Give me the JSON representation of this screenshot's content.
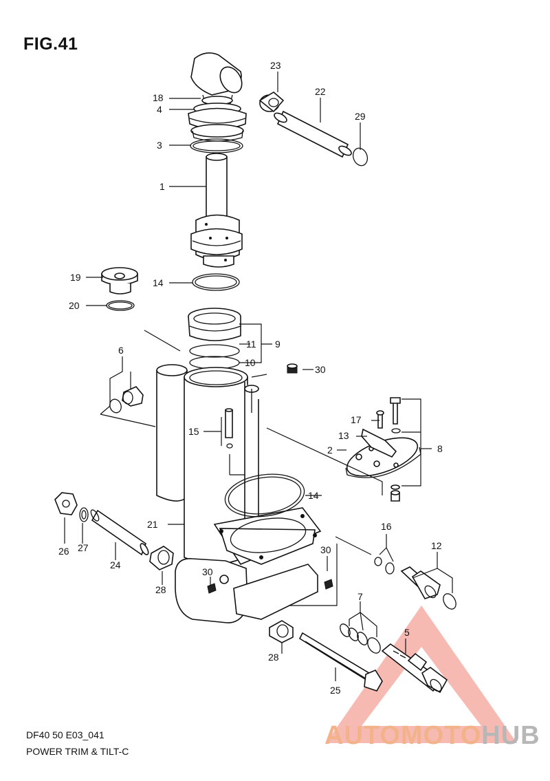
{
  "figure": {
    "title": "FIG.41",
    "code": "DF40 50 E03_041",
    "subtitle": "POWER TRIM & TILT-C"
  },
  "watermark": {
    "part1": "AUTOMOTO",
    "part2": "HUB",
    "color_primary": "#f2b38a",
    "color_secondary": "#b7b7b7",
    "triangle_color": "#f4a39a"
  },
  "callouts": [
    "1",
    "2",
    "3",
    "4",
    "5",
    "6",
    "7",
    "8",
    "9",
    "10",
    "11",
    "12",
    "13",
    "14",
    "15",
    "16",
    "17",
    "18",
    "19",
    "20",
    "21",
    "22",
    "23",
    "24",
    "25",
    "26",
    "27",
    "28",
    "29",
    "30"
  ]
}
